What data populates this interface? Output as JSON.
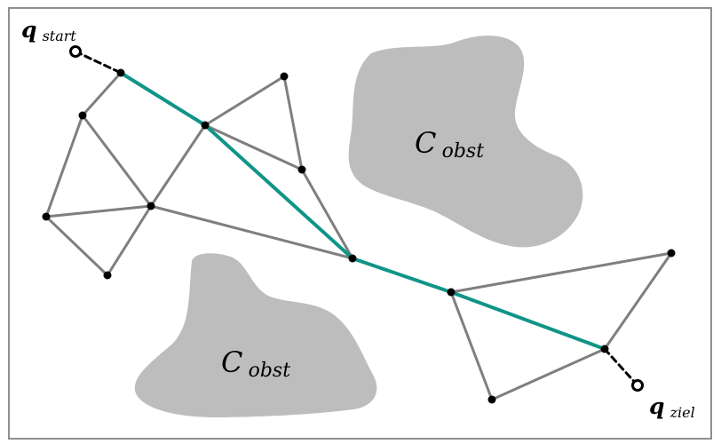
{
  "labels": {
    "start_main": "q",
    "start_sub": "start",
    "goal_main": "q",
    "goal_sub": "ziel",
    "obstacle_main": "C",
    "obstacle_sub": "obst"
  },
  "colors": {
    "path": "#0f9488",
    "edge": "#7f7f7f",
    "obstacle": "#bdbdbd",
    "frame": "#8f8f8f"
  }
}
